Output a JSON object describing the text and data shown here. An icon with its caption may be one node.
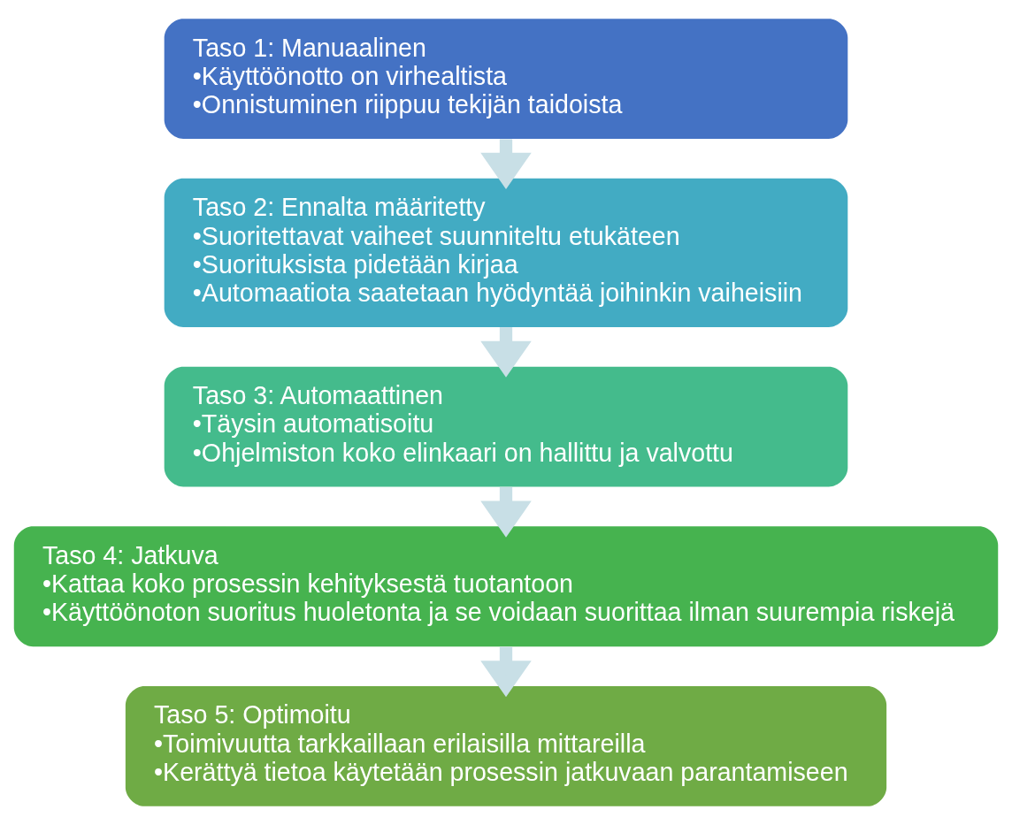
{
  "diagram": {
    "nodes": [
      {
        "text": [
          "Taso 1: Manuaalinen",
          "•Käyttöönotto on virhealtista",
          "•Onnistuminen riippuu tekijän taidoista"
        ]
      },
      {
        "text": [
          "Taso 2: Ennalta määritetty",
          "•Suoritettavat vaiheet suunniteltu etukäteen",
          "•Suorituksista pidetään kirjaa",
          "•Automaatiota saatetaan hyödyntää joihinkin vaiheisiin"
        ]
      },
      {
        "text": [
          "Taso 3: Automaattinen",
          "•Täysin automatisoitu",
          "•Ohjelmiston koko elinkaari on hallittu ja valvottu"
        ]
      },
      {
        "text": [
          "Taso 4: Jatkuva",
          "•Kattaa koko prosessin kehityksestä tuotantoon",
          "•Käyttöönoton suoritus huoletonta ja se voidaan suorittaa ilman suurempia riskejä"
        ]
      },
      {
        "text": [
          "Taso 5: Optimoitu",
          "•Toimivuutta tarkkaillaan erilaisilla mittareilla",
          "•Kerättyä tietoa käytetään prosessin jatkuvaan parantamiseen"
        ]
      }
    ],
    "edges": [
      {
        "from": 0,
        "to": 1,
        "arrow": "to"
      },
      {
        "from": 1,
        "to": 2,
        "arrow": "to"
      },
      {
        "from": 2,
        "to": 3,
        "arrow": "to"
      },
      {
        "from": 3,
        "to": 4,
        "arrow": "to"
      }
    ]
  }
}
